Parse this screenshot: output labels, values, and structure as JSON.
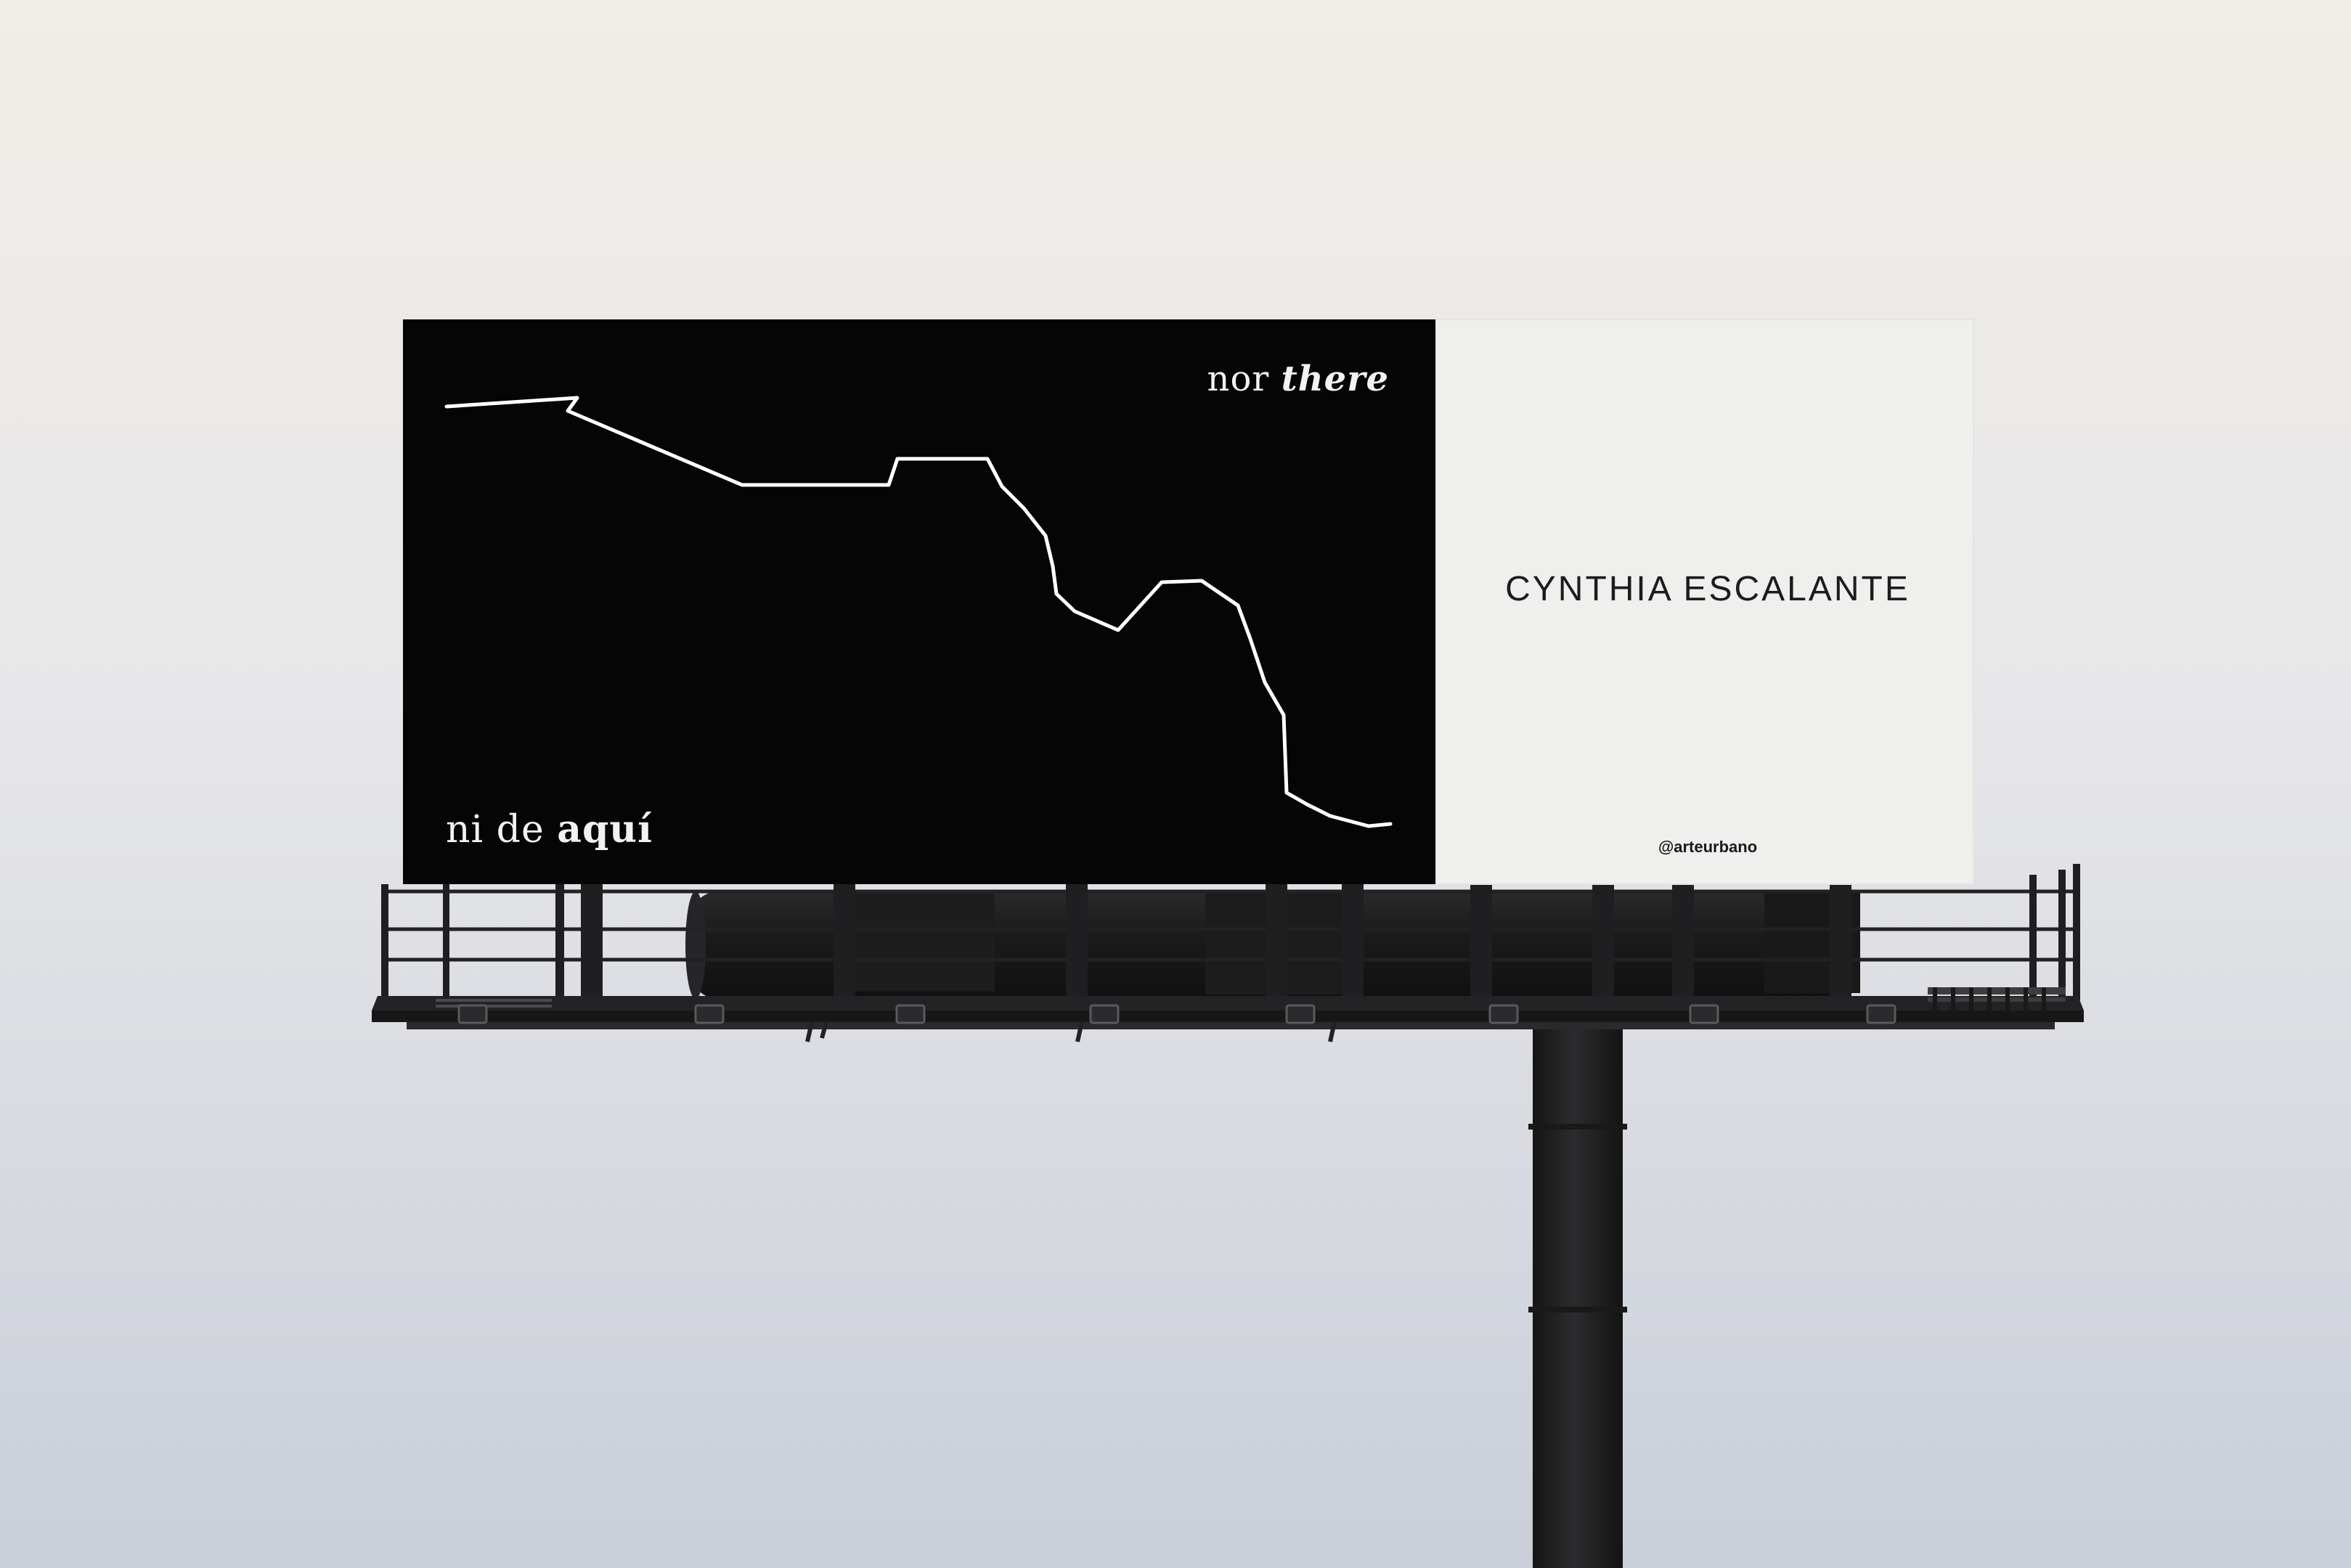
{
  "billboard": {
    "left_panel": {
      "top_phrase": {
        "regular": "nor",
        "emphasis": "there"
      },
      "bottom_phrase": {
        "regular": "ni de",
        "emphasis": "aquí"
      }
    },
    "right_panel": {
      "artist": "CYNTHIA ESCALANTE",
      "handle": "@arteurbano"
    }
  },
  "colors": {
    "sky_top": "#f1ede8",
    "sky_mid": "#e6e6e8",
    "sky_bottom": "#c8cdd6",
    "ad_dark": "#050505",
    "ad_light": "#efefed",
    "line": "#ffffff",
    "structure": "#1e1e1f"
  }
}
